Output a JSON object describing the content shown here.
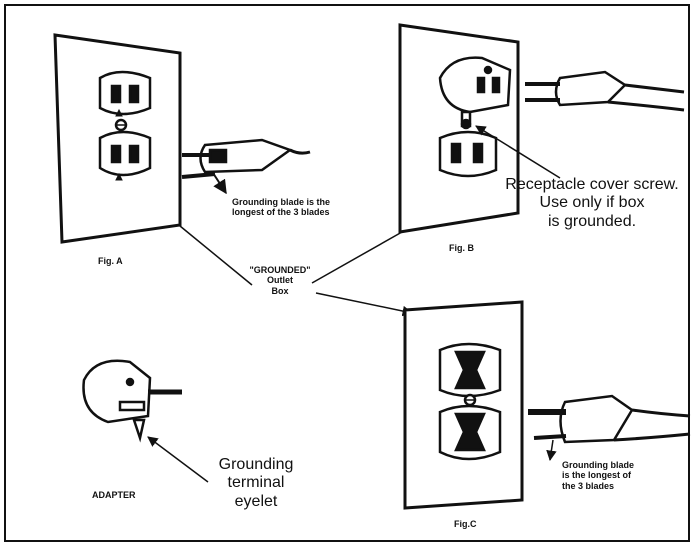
{
  "figures": {
    "a": {
      "label": "Fig. A",
      "note_line1": "Grounding blade is the",
      "note_line2": "longest of the 3 blades"
    },
    "b": {
      "label": "Fig. B",
      "note_line1": "Receptacle cover screw.",
      "note_line2": "Use only if box",
      "note_line3": "is grounded."
    },
    "c": {
      "label": "Fig.C",
      "note_line1": "Grounding blade",
      "note_line2": "is the longest of",
      "note_line3": "the 3 blades"
    }
  },
  "outlet_box": {
    "line1": "\"GROUNDED\"",
    "line2": "Outlet",
    "line3": "Box"
  },
  "adapter": {
    "label": "ADAPTER",
    "note_line1": "Grounding",
    "note_line2": "terminal",
    "note_line3": "eyelet"
  },
  "colors": {
    "ink": "#111111",
    "paper": "#ffffff"
  }
}
